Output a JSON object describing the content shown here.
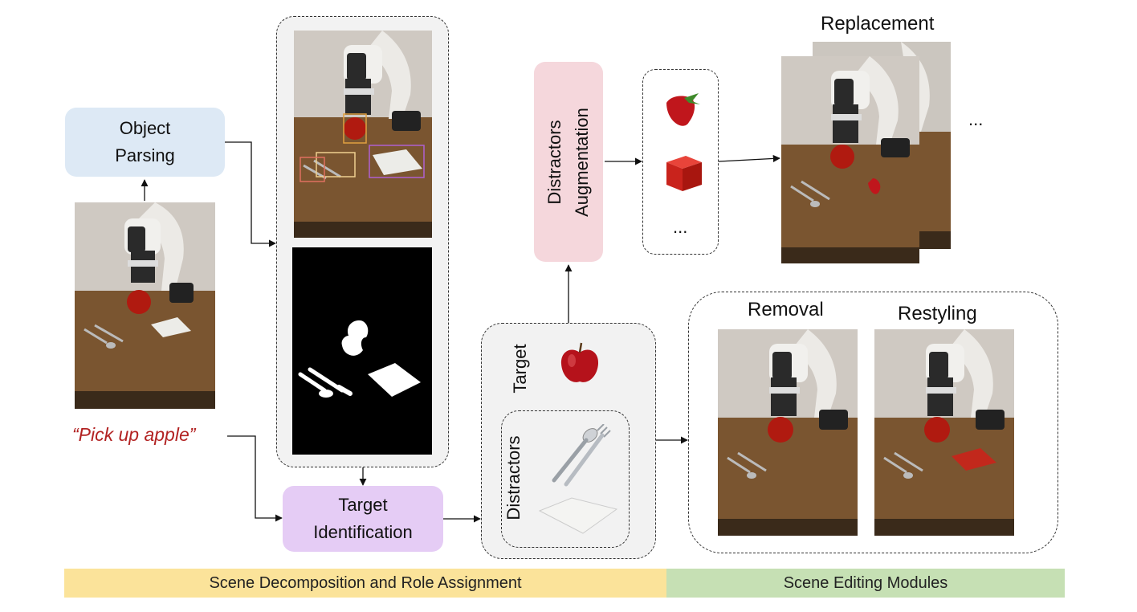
{
  "boxes": {
    "object_parsing": "Object\nParsing",
    "target_identification": "Target\nIdentification",
    "distractors_augmentation": "Distractors\nAugmentation"
  },
  "instruction": "“Pick up apple”",
  "labels": {
    "target": "Target",
    "distractors": "Distractors",
    "replacement": "Replacement",
    "removal": "Removal",
    "restyling": "Restyling",
    "ellipsis_candidates": "...",
    "ellipsis_replacement": "..."
  },
  "bands": {
    "decomposition": "Scene Decomposition and Role Assignment",
    "editing": "Scene Editing Modules"
  },
  "colors": {
    "object_parsing_bg": "#dde9f5",
    "target_identification_bg": "#e5ccf5",
    "distractors_augmentation_bg": "#f5d7dc",
    "instruction_text": "#b22222",
    "band_decomposition": "#fbe39a",
    "band_editing": "#c6e0b4",
    "panel_bg": "#f2f2f2"
  },
  "icons": [
    "robot-scene-photo",
    "segmentation-mask",
    "apple-icon",
    "strawberry-icon",
    "red-cube-icon",
    "spoon-fork-icon",
    "napkin-icon"
  ]
}
